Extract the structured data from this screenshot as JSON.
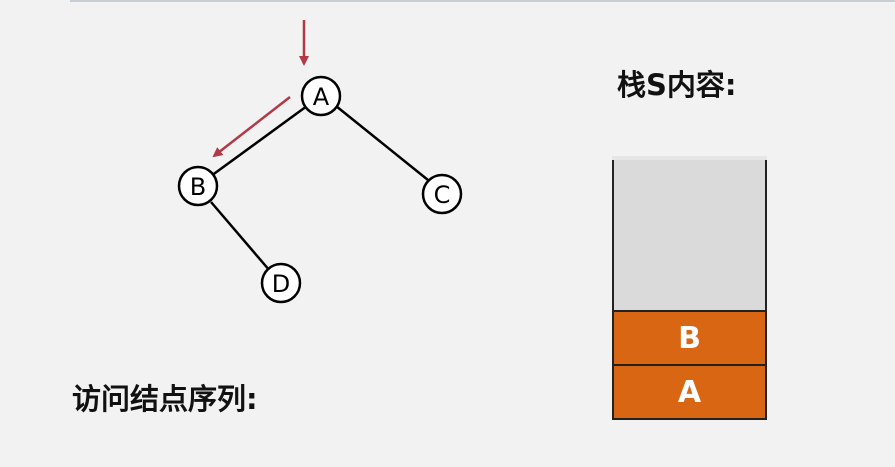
{
  "tree": {
    "nodes": [
      {
        "id": "A",
        "label": "A"
      },
      {
        "id": "B",
        "label": "B"
      },
      {
        "id": "C",
        "label": "C"
      },
      {
        "id": "D",
        "label": "D"
      }
    ],
    "edges": [
      [
        "A",
        "B"
      ],
      [
        "A",
        "C"
      ],
      [
        "B",
        "D"
      ]
    ],
    "pointer_color": "#b03a48"
  },
  "stack": {
    "title": "栈S内容:",
    "items_bottom_to_top": [
      "A",
      "B"
    ],
    "cell_color": "#d86613"
  },
  "visit_sequence": {
    "title": "访问结点序列:",
    "items": []
  }
}
